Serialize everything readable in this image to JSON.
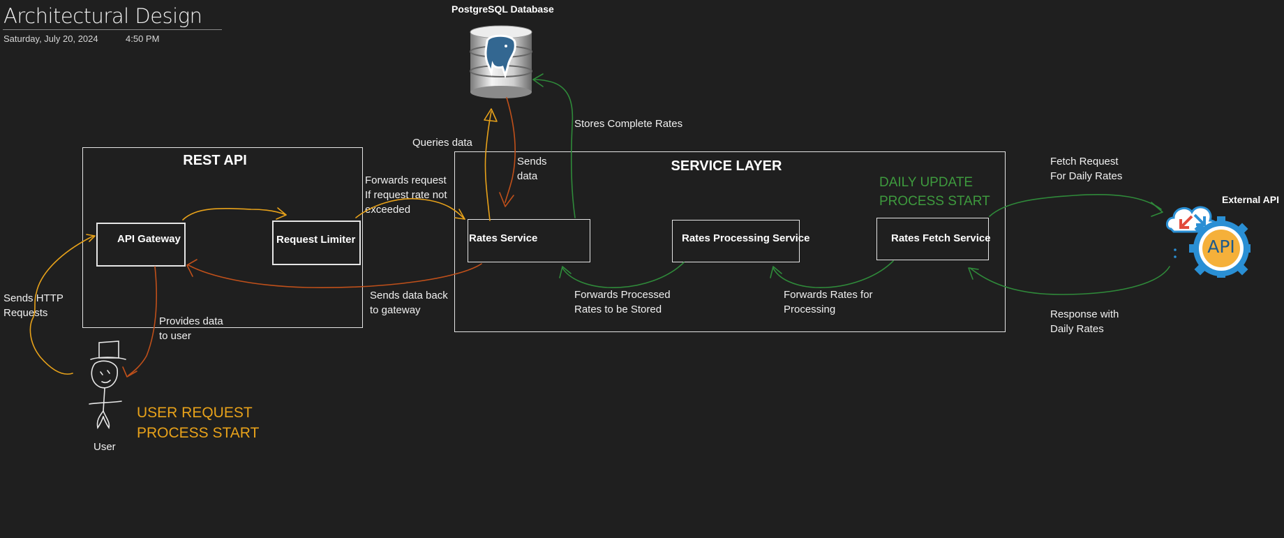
{
  "page": {
    "title": "Architectural Design",
    "date": "Saturday, July 20, 2024",
    "time": "4:50 PM"
  },
  "database": {
    "title": "PostgreSQL Database"
  },
  "external_api": {
    "title": "External API",
    "badge": "API"
  },
  "rest_api": {
    "title": "REST API",
    "api_gateway": "API Gateway",
    "request_limiter": "Request Limiter"
  },
  "service_layer": {
    "title": "SERVICE LAYER",
    "rates_service": "Rates Service",
    "rates_processing_service": "Rates Processing Service",
    "rates_fetch_service": "Rates Fetch Service",
    "daily_update": "DAILY UPDATE\nPROCESS START"
  },
  "user": {
    "label": "User",
    "process_start": "USER REQUEST\nPROCESS START"
  },
  "annotations": {
    "sends_http": "Sends HTTP\nRequests",
    "provides_data": "Provides data\nto user",
    "forwards_request": "Forwards request\nIf request rate not\nexceeded",
    "sends_data_back": "Sends data back\nto gateway",
    "queries_data": "Queries data",
    "sends_data": "Sends\ndata",
    "stores_complete": "Stores Complete Rates",
    "forwards_processed": "Forwards Processed\nRates to be Stored",
    "forwards_rates": "Forwards Rates for\nProcessing",
    "fetch_request": "Fetch Request\nFor Daily Rates",
    "response_daily": "Response with\nDaily Rates"
  },
  "colors": {
    "background": "#1f1f1f",
    "user_flow": "#e8a21a",
    "response_flow": "#c0501a",
    "service_flow": "#2f8a3a",
    "api_gear": "#2a8fd4",
    "api_badge": "#f5b03a"
  }
}
